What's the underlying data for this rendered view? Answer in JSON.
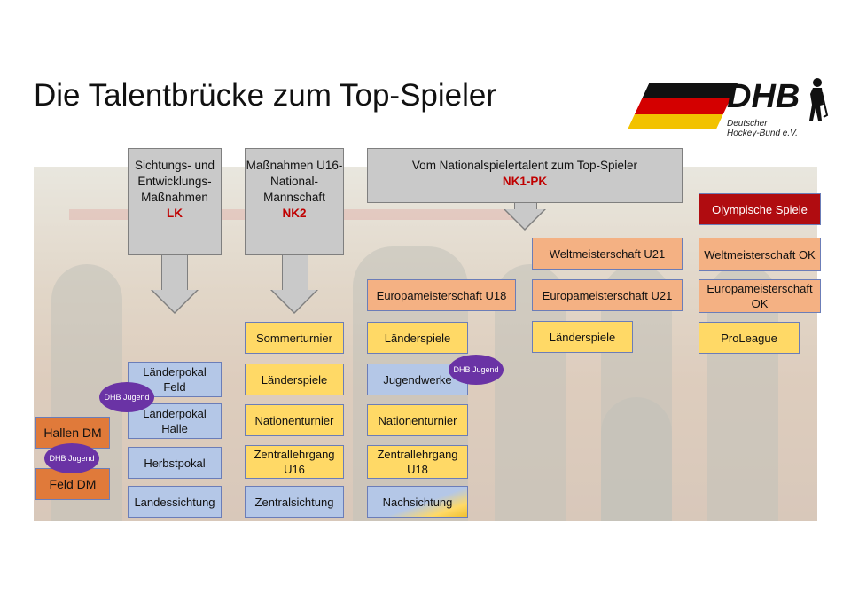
{
  "title": "Die Talentbrücke zum Top-Spieler",
  "logo": {
    "text": "DHB",
    "line1": "Deutscher",
    "line2": "Hockey-Bund e.V."
  },
  "headers": {
    "lk": {
      "text": "Sichtungs- und Entwicklungs-Maßnahmen",
      "code": "LK"
    },
    "nk2": {
      "text": "Maßnahmen U16-National-Mannschaft",
      "code": "NK2"
    },
    "nk1": {
      "text": "Vom Nationalspielertalent zum Top-Spieler",
      "code": "NK1-PK"
    }
  },
  "col_hallen": {
    "hallen": "Hallen DM",
    "feld": "Feld DM"
  },
  "col_lk": {
    "laenderpokal_feld": "Länderpokal Feld",
    "laenderpokal_halle": "Länderpokal Halle",
    "herbstpokal": "Herbstpokal",
    "landessichtung": "Landessichtung"
  },
  "col_nk2": {
    "sommerturnier": "Sommerturnier",
    "laenderspiele": "Länderspiele",
    "nationenturnier": "Nationenturnier",
    "zentrallehrgang": "Zentrallehrgang U16",
    "zentralsichtung": "Zentralsichtung"
  },
  "col_u18": {
    "em": "Europameisterschaft U18",
    "laenderspiele": "Länderspiele",
    "jugendwerke": "Jugendwerke",
    "nationenturnier": "Nationenturnier",
    "zentrallehrgang": "Zentrallehrgang U18",
    "nachsichtung": "Nachsichtung"
  },
  "col_u21": {
    "wm": "Weltmeisterschaft U21",
    "em": "Europameisterschaft U21",
    "laenderspiele": "Länderspiele"
  },
  "col_top": {
    "olympia": "Olympische Spiele",
    "wm": "Weltmeisterschaft OK",
    "em": "Europameisterschaft OK",
    "proleague": "ProLeague"
  },
  "badge": {
    "text": "DHB Jugend"
  },
  "colors": {
    "yellow": "#ffd966",
    "blue": "#b4c7e7",
    "orange": "#f4b183",
    "dark_orange": "#e07a3a",
    "red": "#b00c10",
    "badge": "#6a33a5",
    "header_grey": "#c9c9c9"
  }
}
